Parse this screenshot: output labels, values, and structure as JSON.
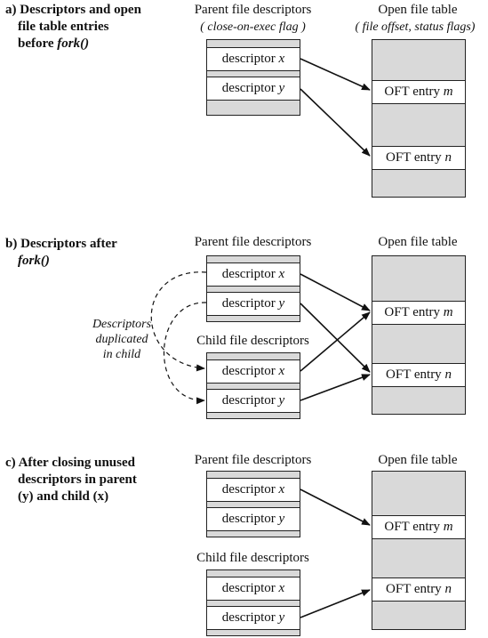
{
  "sections": [
    {
      "id": "a",
      "title_lines": [
        "a) Descriptors and open",
        "file table entries",
        "before "
      ],
      "title_italic_tail": "fork()",
      "parent_title": "Parent file descriptors",
      "parent_sub": "( close-on-exec flag )",
      "oft_title": "Open file table",
      "oft_sub": "( file offset, status flags)"
    },
    {
      "id": "b",
      "title_lines": [
        "b) Descriptors after"
      ],
      "title_italic_line": "fork()",
      "parent_title": "Parent file descriptors",
      "child_title": "Child file descriptors",
      "oft_title": "Open file table",
      "dup_label": [
        "Descriptors",
        "duplicated",
        "in child"
      ]
    },
    {
      "id": "c",
      "title_lines": [
        "c) After closing unused",
        "descriptors in parent",
        "(y) and child (x)"
      ],
      "parent_title": "Parent file descriptors",
      "child_title": "Child file descriptors",
      "oft_title": "Open file table"
    }
  ],
  "fd_labels": {
    "x_prefix": "descriptor ",
    "x_var": "x",
    "y_prefix": "descriptor ",
    "y_var": "y"
  },
  "oft_labels": {
    "m_prefix": "OFT entry ",
    "m_var": "m",
    "n_prefix": "OFT entry ",
    "n_var": "n"
  }
}
